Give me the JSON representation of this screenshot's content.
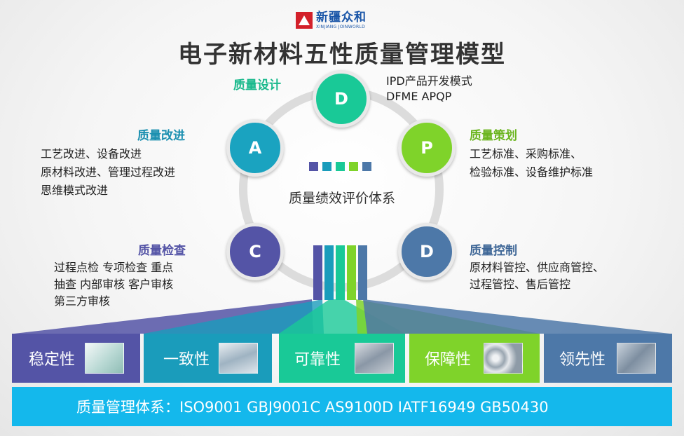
{
  "header": {
    "logo_cn": "新疆众和",
    "logo_en": "XINJIANG JOINWORLD",
    "title": "电子新材料五性质量管理模型"
  },
  "cycle": {
    "center": "质量绩效评价体系",
    "nodes": [
      {
        "letter": "D",
        "title": "质量设计",
        "lines": [
          "IPD产品开发模式",
          "DFME  APQP"
        ],
        "color": "#19c997"
      },
      {
        "letter": "P",
        "title": "质量策划",
        "lines": [
          "工艺标准、采购标准、",
          "检验标准、设备维护标准"
        ],
        "color": "#7fd32a"
      },
      {
        "letter": "D",
        "title": "质量控制",
        "lines": [
          "原材料管控、供应商管控、",
          "过程管控、售后管控"
        ],
        "color": "#4d78a8"
      },
      {
        "letter": "C",
        "title": "质量检查",
        "lines": [
          "过程点检  专项检查  重点",
          "抽查   内部审核  客户审核",
          "第三方审核"
        ],
        "color": "#5454a6"
      },
      {
        "letter": "A",
        "title": "质量改进",
        "lines": [
          "工艺改进、设备改进",
          "原材料改进、管理过程改进",
          "思维模式改进"
        ],
        "color": "#1aa3c0"
      }
    ]
  },
  "pillars": [
    {
      "label": "稳定性",
      "color": "#5454a6",
      "icon": "stacked-sheets-photo"
    },
    {
      "label": "一致性",
      "color": "#1a9cbb",
      "icon": "foil-rolls-photo"
    },
    {
      "label": "可靠性",
      "color": "#19c997",
      "icon": "tubes-photo"
    },
    {
      "label": "保障性",
      "color": "#7fd32a",
      "icon": "pipes-photo"
    },
    {
      "label": "领先性",
      "color": "#4d78a8",
      "icon": "fasteners-photo"
    }
  ],
  "system_bar": "质量管理体系：ISO9001  GBJ9001C   AS9100D  IATF16949  GB50430"
}
